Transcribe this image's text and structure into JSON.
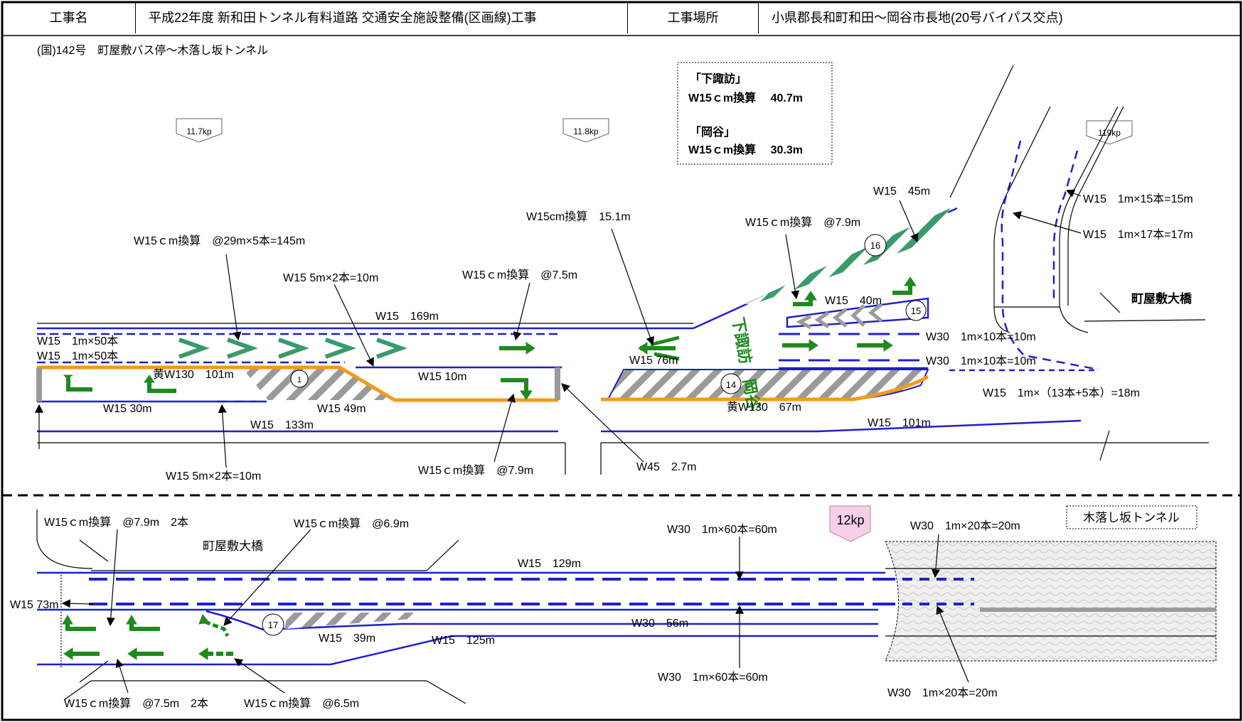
{
  "header": {
    "name_label": "工事名",
    "name_value": "平成22年度 新和田トンネル有料道路 交通安全施設整備(区画線)工事",
    "place_label": "工事場所",
    "place_value": "小県郡長和町和田～岡谷市長地(20号バイパス交点)"
  },
  "section_title": "(国)142号　町屋敷バス停～木落し坂トンネル",
  "summary": {
    "label1": "「下諏訪」",
    "line1": "W15ｃm換算　 40.7m",
    "label2": "「岡谷」",
    "line2": "W15ｃm換算　 30.3m"
  },
  "kp": {
    "k1": "11.7kp",
    "k2": "11.8kp",
    "k3": "119kp",
    "k4": "12kp"
  },
  "places": {
    "bridge_top": "町屋敷大橋",
    "bridge_bottom": "町屋敷大橋",
    "tunnel": "木落し坂トンネル"
  },
  "road_text": "下諏訪　岡谷",
  "upper": {
    "a1": "W15ｃm換算　@29m×5本=145m",
    "a2": "W15 5m×2本=10m",
    "a3": "W15ｃm換算　@7.5m",
    "a4": "W15cm換算　15.1m",
    "a5": "W15　45m",
    "a6": "W15ｃm換算　@7.9m",
    "a7": "W15　1m×15本=15m",
    "a8": "W15　1m×17本=17m",
    "a9": "W15　169m",
    "a10": "W15　1m×50本",
    "a11": "W15　1m×50本",
    "a12": "黄W130　101m",
    "a13": "W15 10m",
    "a14": "W15 30m",
    "a15": "W15 49m",
    "a16": "W15　133m",
    "a17": "W15 5m×2本=10m",
    "a18": "W15ｃm換算　@7.9m",
    "a19": "W45　2.7m",
    "a20": "W15 76m",
    "a21": "黄W130　67m",
    "a22": "W15　101m",
    "a23": "W15　40m",
    "a24": "W30　1m×10本=10m",
    "a25": "W30　1m×10本=10m",
    "a26": "W15　1m×（13本+5本）=18m"
  },
  "lower": {
    "b1": "W15ｃm換算　@7.9m　2本",
    "b2": "W15ｃm換算　@6.9m",
    "b3": "W30　1m×60本=60m",
    "b4": "W30　1m×20本=20m",
    "b5": "W15　129m",
    "b6": "W15 73m",
    "b7": "W15　39m",
    "b8": "W30　56m",
    "b9": "W15　125m",
    "b10": "W30　1m×60本=60m",
    "b11": "W30　1m×20本=20m",
    "b12": "W15ｃm換算　@7.5m　2本",
    "b13": "W15ｃm換算　@6.5m"
  },
  "markers": {
    "m1": "1",
    "m14": "14",
    "m15": "15",
    "m16": "16",
    "m17": "17"
  },
  "colors": {
    "blue": "#1f1fcc",
    "green": "#1e8a1e",
    "hatch_green": "#3a9a6a",
    "orange": "#f29a1c",
    "gray": "#999999",
    "pink": "#f8cfe8"
  }
}
